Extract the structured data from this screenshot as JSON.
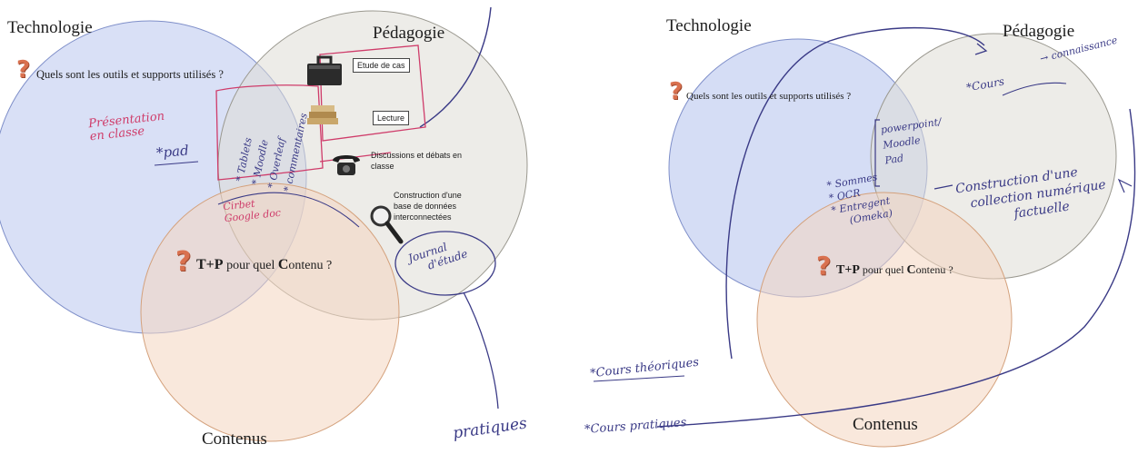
{
  "left": {
    "circles": {
      "technologie": "Technologie",
      "pedagogie": "Pédagogie",
      "contenus": "Contenus"
    },
    "question": "Quels sont les outils et supports utilisés ?",
    "tp_strong": "T+P",
    "tp_mid": " pour quel ",
    "tp_c": "C",
    "tp_rest": "ontenu ?",
    "methods": {
      "etude": "Etude de cas",
      "lecture": "Lecture",
      "discussion_1": "Discussions et débats en",
      "discussion_2": "classe",
      "construction_1": "Construction d'une",
      "construction_2": "base de données",
      "construction_3": "interconnectées"
    },
    "handwriting": {
      "presentation_1": "Présentation",
      "presentation_2": "en classe",
      "ipad": "*pad",
      "list_1": "* Tablets",
      "list_2": "* Moodle",
      "list_3": "* Overleaf",
      "list_4": "* commentaires",
      "cirbet_1": "Cirbet",
      "cirbet_2": "Google doc",
      "journal_1": "Journal",
      "journal_2": "d'étude",
      "pratiques": "pratiques"
    }
  },
  "right": {
    "circles": {
      "technologie": "Technologie",
      "pedagogie": "Pédagogie",
      "contenus": "Contenus"
    },
    "question": "Quels sont les outils et supports utilisés ?",
    "tp_strong": "T+P",
    "tp_mid": " pour quel ",
    "tp_c": "C",
    "tp_rest": "ontenu ?",
    "handwriting": {
      "connaissance": "→ connaissance",
      "cours": "*Cours",
      "list_1": "powerpoint/",
      "list_2": "Moodle",
      "list_3": "Pad",
      "summary_1": "* Sommes",
      "summary_2": "* OCR",
      "summary_3": "* Entregent",
      "summary_4": "(Omeka)",
      "construction_1": "Construction d'une",
      "construction_2": "collection numérique",
      "construction_3": "factuelle",
      "theoriques": "*Cours théoriques",
      "pratiques": "*Cours pratiques"
    }
  },
  "colors": {
    "technologie_fill": "#b9c6ef",
    "pedagogie_fill": "#dedcd6",
    "contenus_fill": "#f4d6bf",
    "ink_blue": "#3a3a86",
    "ink_pink": "#cf3c6a"
  }
}
